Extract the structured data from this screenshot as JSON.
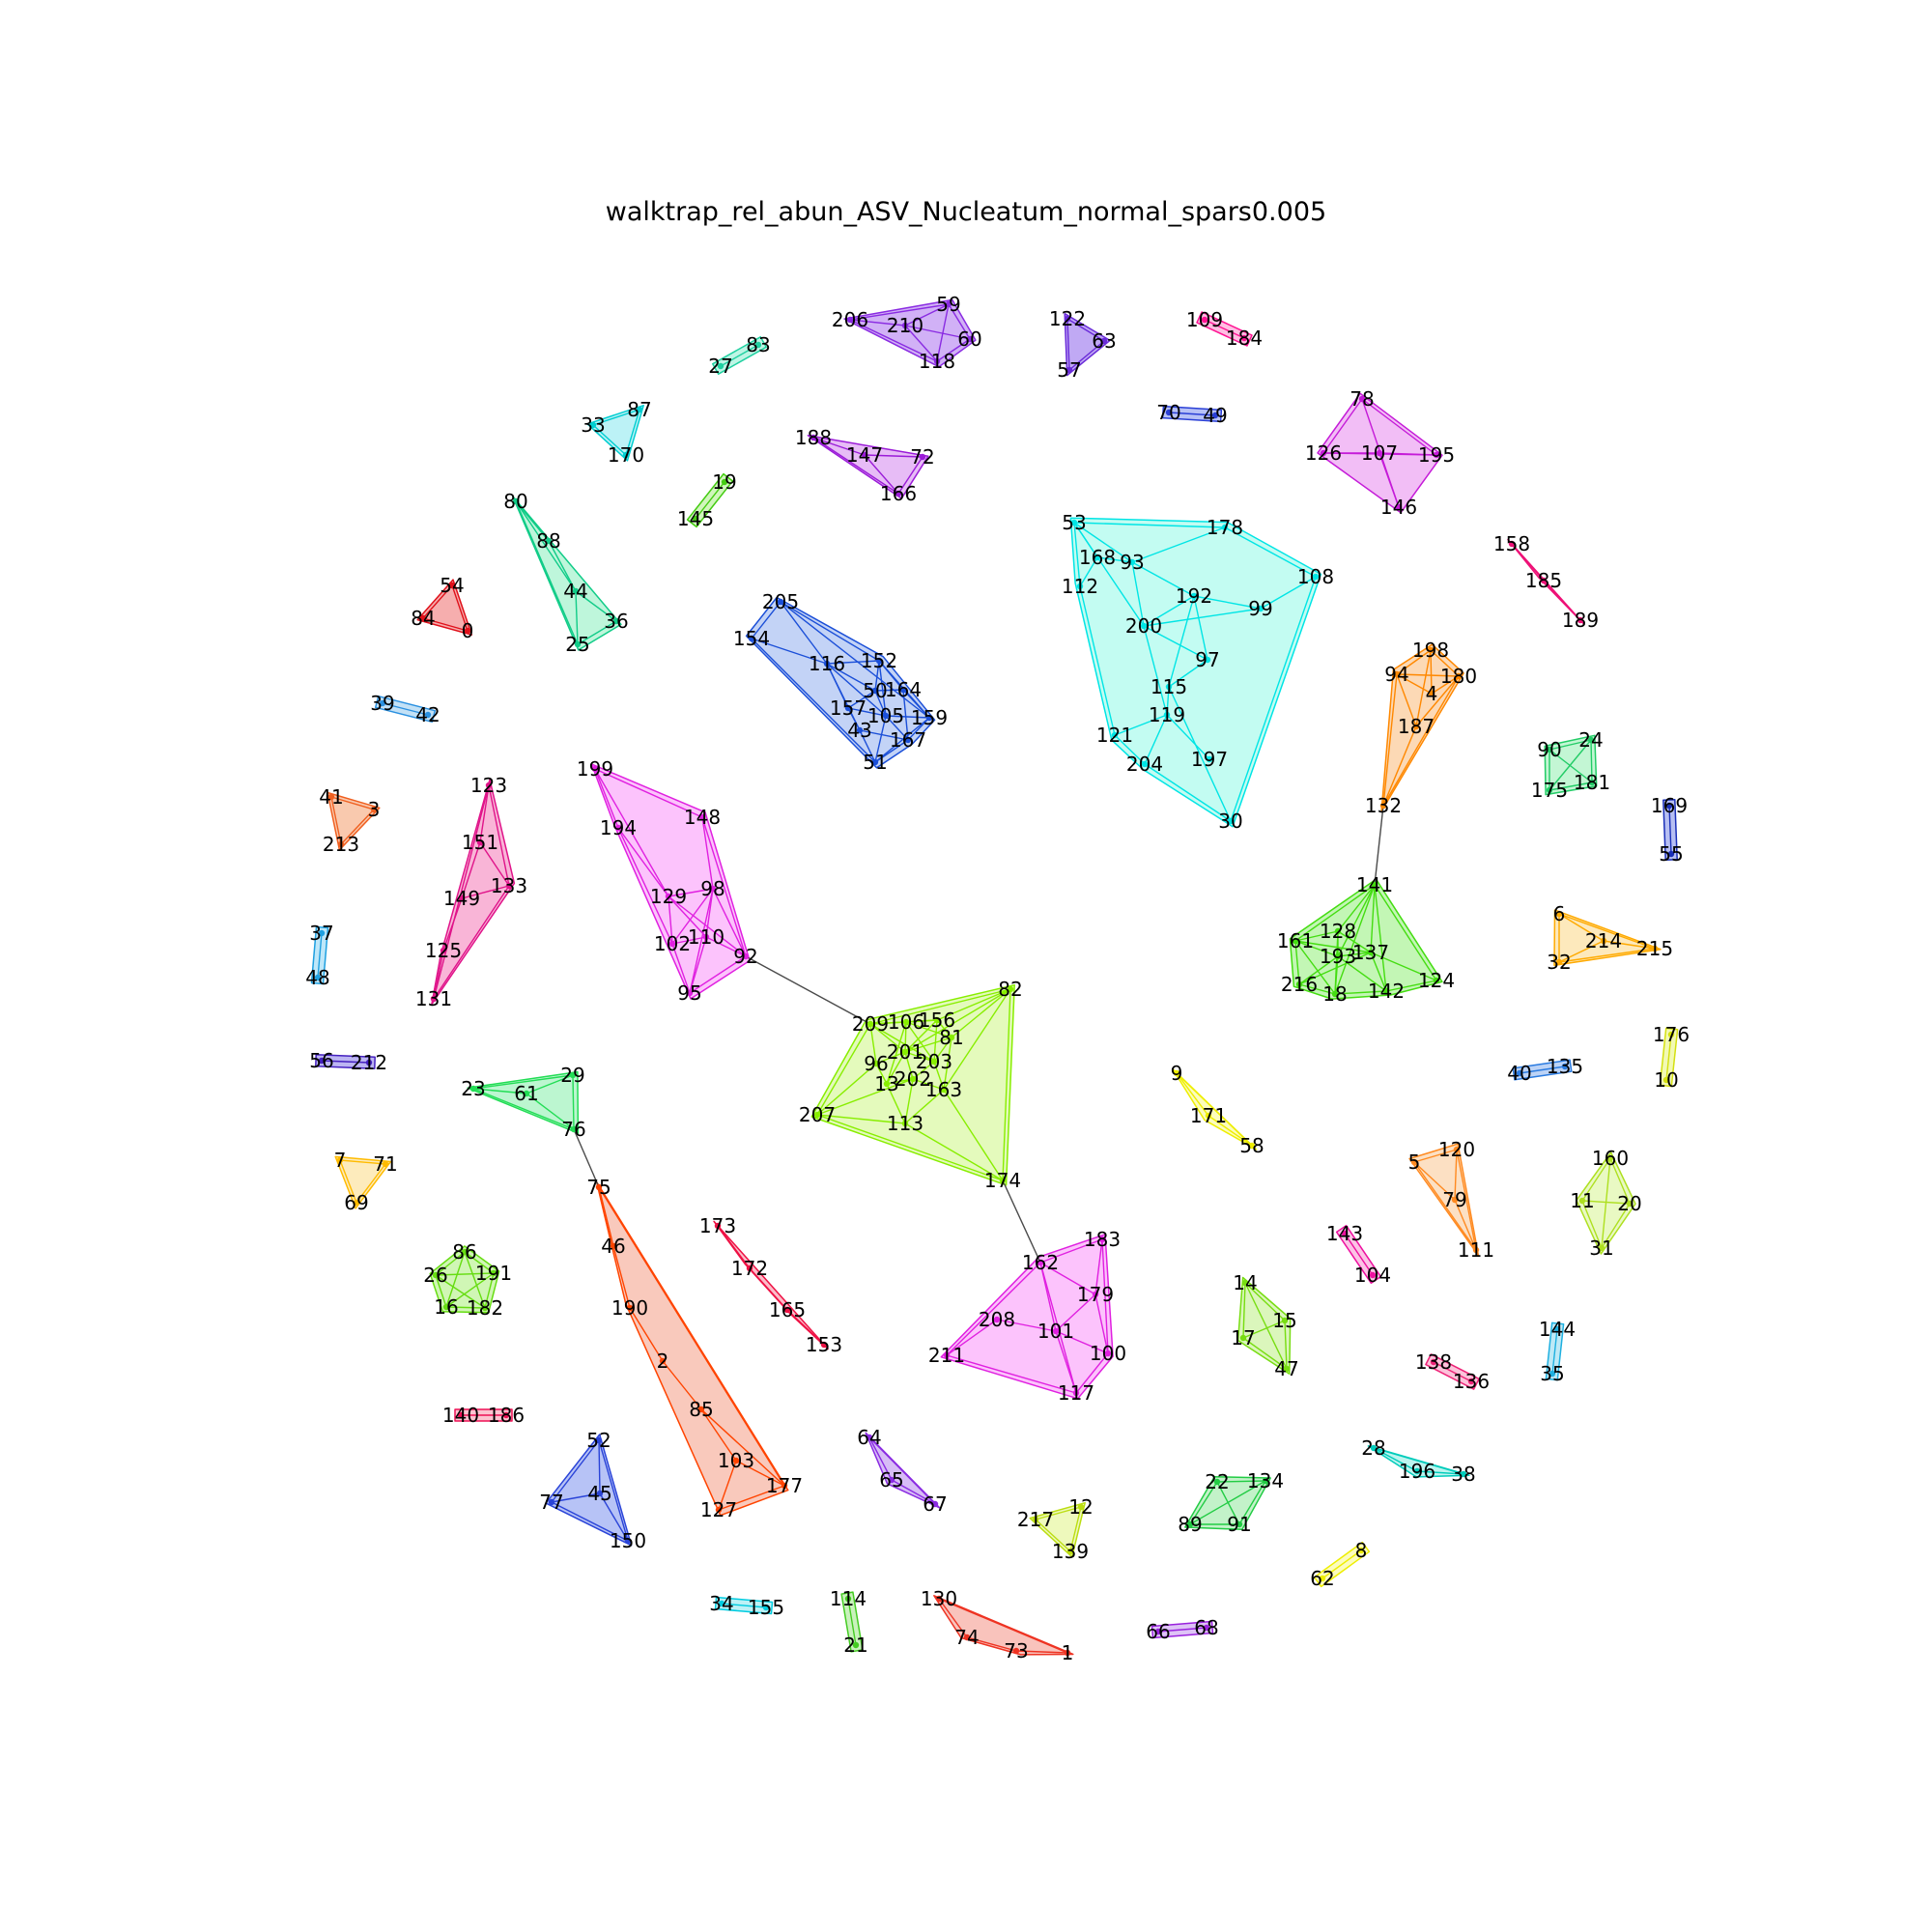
{
  "title": "walktrap_rel_abun_ASV_Nucleatum_normal_spars0.005",
  "communities": [
    {
      "color": "#8a2be2",
      "fill": "#c9a3f5",
      "nodes": [
        "206",
        "210",
        "59",
        "60",
        "118"
      ]
    },
    {
      "color": "#6a2bd9",
      "fill": "#b59af2",
      "nodes": [
        "122",
        "63",
        "57"
      ]
    },
    {
      "color": "#ff1493",
      "fill": "#ffb3dd",
      "nodes": [
        "109",
        "184"
      ]
    },
    {
      "color": "#1fd0a0",
      "fill": "#b3f3e0",
      "nodes": [
        "27",
        "83"
      ]
    },
    {
      "color": "#00ced1",
      "fill": "#b0f0f5",
      "nodes": [
        "33",
        "87",
        "170"
      ]
    },
    {
      "color": "#2a3fd6",
      "fill": "#aab6f5",
      "nodes": [
        "70",
        "49"
      ]
    },
    {
      "color": "#9b1bd8",
      "fill": "#e3b0f5",
      "nodes": [
        "188",
        "147",
        "72",
        "166"
      ]
    },
    {
      "color": "#44cc11",
      "fill": "#c8f5b0",
      "nodes": [
        "19",
        "145"
      ]
    },
    {
      "color": "#c51bd8",
      "fill": "#f0b3f5",
      "nodes": [
        "78",
        "126",
        "107",
        "195",
        "146"
      ]
    },
    {
      "color": "#00e5e5",
      "fill": "#b8fbf0",
      "nodes": [
        "53",
        "178",
        "168",
        "93",
        "112",
        "192",
        "99",
        "108",
        "200",
        "97",
        "115",
        "119",
        "121",
        "204",
        "197",
        "30"
      ]
    },
    {
      "color": "#11cc88",
      "fill": "#b3f5d5",
      "nodes": [
        "80",
        "88",
        "44",
        "36",
        "25"
      ]
    },
    {
      "color": "#e0101a",
      "fill": "#f5a0a0",
      "nodes": [
        "54",
        "84",
        "0"
      ]
    },
    {
      "color": "#1b4fd8",
      "fill": "#b8cbf5",
      "nodes": [
        "205",
        "154",
        "116",
        "152",
        "50",
        "164",
        "157",
        "105",
        "159",
        "43",
        "167",
        "51"
      ]
    },
    {
      "color": "#ee1177",
      "fill": "#ffc0d8",
      "nodes": [
        "158",
        "185",
        "189"
      ]
    },
    {
      "color": "#ff8800",
      "fill": "#fcd2a8",
      "nodes": [
        "198",
        "94",
        "180",
        "4",
        "187",
        "132"
      ]
    },
    {
      "color": "#2a90e0",
      "fill": "#b8dcf5",
      "nodes": [
        "39",
        "42"
      ]
    },
    {
      "color": "#22cc66",
      "fill": "#b8f5cc",
      "nodes": [
        "90",
        "24",
        "175",
        "181"
      ]
    },
    {
      "color": "#f06020",
      "fill": "#f8c0a0",
      "nodes": [
        "41",
        "3",
        "213"
      ]
    },
    {
      "color": "#e0148a",
      "fill": "#f8a8d0",
      "nodes": [
        "123",
        "151",
        "133",
        "149",
        "125",
        "131"
      ]
    },
    {
      "color": "#e020e0",
      "fill": "#fbb8fb",
      "nodes": [
        "199",
        "194",
        "148",
        "129",
        "98",
        "102",
        "110",
        "92",
        "95"
      ]
    },
    {
      "color": "#1a2fb8",
      "fill": "#aab4f0",
      "nodes": [
        "169",
        "55"
      ]
    },
    {
      "color": "#1fa0e0",
      "fill": "#b3e3f8",
      "nodes": [
        "37",
        "48"
      ]
    },
    {
      "color": "#44dd11",
      "fill": "#b8f5a8",
      "nodes": [
        "141",
        "161",
        "128",
        "193",
        "137",
        "216",
        "18",
        "142",
        "124"
      ]
    },
    {
      "color": "#ffaa00",
      "fill": "#fde5b0",
      "nodes": [
        "6",
        "214",
        "32",
        "215"
      ]
    },
    {
      "color": "#88ee00",
      "fill": "#dff9b0",
      "nodes": [
        "82",
        "209",
        "106",
        "156",
        "81",
        "201",
        "203",
        "96",
        "13",
        "202",
        "163",
        "207",
        "113",
        "174"
      ]
    },
    {
      "color": "#4420c0",
      "fill": "#b0a8f0",
      "nodes": [
        "56",
        "212"
      ]
    },
    {
      "color": "#22dd55",
      "fill": "#b0f5c8",
      "nodes": [
        "23",
        "29",
        "61",
        "76"
      ]
    },
    {
      "color": "#2a7be0",
      "fill": "#b0cbf5",
      "nodes": [
        "40",
        "135"
      ]
    },
    {
      "color": "#d4e010",
      "fill": "#f0f8a8",
      "nodes": [
        "176",
        "10"
      ]
    },
    {
      "color": "#eeee00",
      "fill": "#fbfbb0",
      "nodes": [
        "9",
        "171",
        "58"
      ]
    },
    {
      "color": "#ffbb00",
      "fill": "#fde8b0",
      "nodes": [
        "7",
        "71",
        "69"
      ]
    },
    {
      "color": "#ff4400",
      "fill": "#f8c0b0",
      "nodes": [
        "75",
        "46",
        "190",
        "2",
        "85",
        "103",
        "177",
        "127"
      ]
    },
    {
      "color": "#ff8a20",
      "fill": "#fcdab8",
      "nodes": [
        "5",
        "120",
        "79",
        "111"
      ]
    },
    {
      "color": "#aee020",
      "fill": "#e5f8b8",
      "nodes": [
        "160",
        "11",
        "20",
        "31"
      ]
    },
    {
      "color": "#66dd11",
      "fill": "#c8f5a8",
      "nodes": [
        "86",
        "26",
        "191",
        "16",
        "182"
      ]
    },
    {
      "color": "#ee1144",
      "fill": "#fbb0c0",
      "nodes": [
        "173",
        "172",
        "165",
        "153"
      ]
    },
    {
      "color": "#e020e0",
      "fill": "#fbb8fb",
      "nodes": [
        "183",
        "162",
        "179",
        "208",
        "101",
        "100",
        "211",
        "117"
      ]
    },
    {
      "color": "#ee10a0",
      "fill": "#fbb8e0",
      "nodes": [
        "143",
        "104"
      ]
    },
    {
      "color": "#77dd11",
      "fill": "#d5f5b0",
      "nodes": [
        "14",
        "15",
        "17",
        "47"
      ]
    },
    {
      "color": "#1fb0e0",
      "fill": "#b3e5f5",
      "nodes": [
        "144",
        "35"
      ]
    },
    {
      "color": "#ee2277",
      "fill": "#fbb8d3",
      "nodes": [
        "138",
        "136"
      ]
    },
    {
      "color": "#ee1155",
      "fill": "#fbb8c8",
      "nodes": [
        "140",
        "186"
      ]
    },
    {
      "color": "#2a44d8",
      "fill": "#aab8f5",
      "nodes": [
        "52",
        "77",
        "45",
        "150"
      ]
    },
    {
      "color": "#8a2be2",
      "fill": "#d0b0f5",
      "nodes": [
        "64",
        "65",
        "67"
      ]
    },
    {
      "color": "#00ccbb",
      "fill": "#b0f3ec",
      "nodes": [
        "28",
        "196",
        "38"
      ]
    },
    {
      "color": "#bbdd11",
      "fill": "#ebf8b0",
      "nodes": [
        "217",
        "12",
        "139"
      ]
    },
    {
      "color": "#22cc44",
      "fill": "#b8f0c0",
      "nodes": [
        "22",
        "134",
        "89",
        "91"
      ]
    },
    {
      "color": "#eeee00",
      "fill": "#fbfbb3",
      "nodes": [
        "8",
        "62"
      ]
    },
    {
      "color": "#00cce0",
      "fill": "#b0eef5",
      "nodes": [
        "34",
        "155"
      ]
    },
    {
      "color": "#44cc22",
      "fill": "#c0f0b0",
      "nodes": [
        "114",
        "21"
      ]
    },
    {
      "color": "#ee3322",
      "fill": "#f8b8b0",
      "nodes": [
        "130",
        "74",
        "73",
        "1"
      ]
    },
    {
      "color": "#9922dd",
      "fill": "#d8b8f5",
      "nodes": [
        "66",
        "68"
      ]
    }
  ],
  "bridges": [
    [
      "132",
      "141"
    ],
    [
      "92",
      "209"
    ],
    [
      "174",
      "162"
    ],
    [
      "76",
      "75"
    ]
  ]
}
